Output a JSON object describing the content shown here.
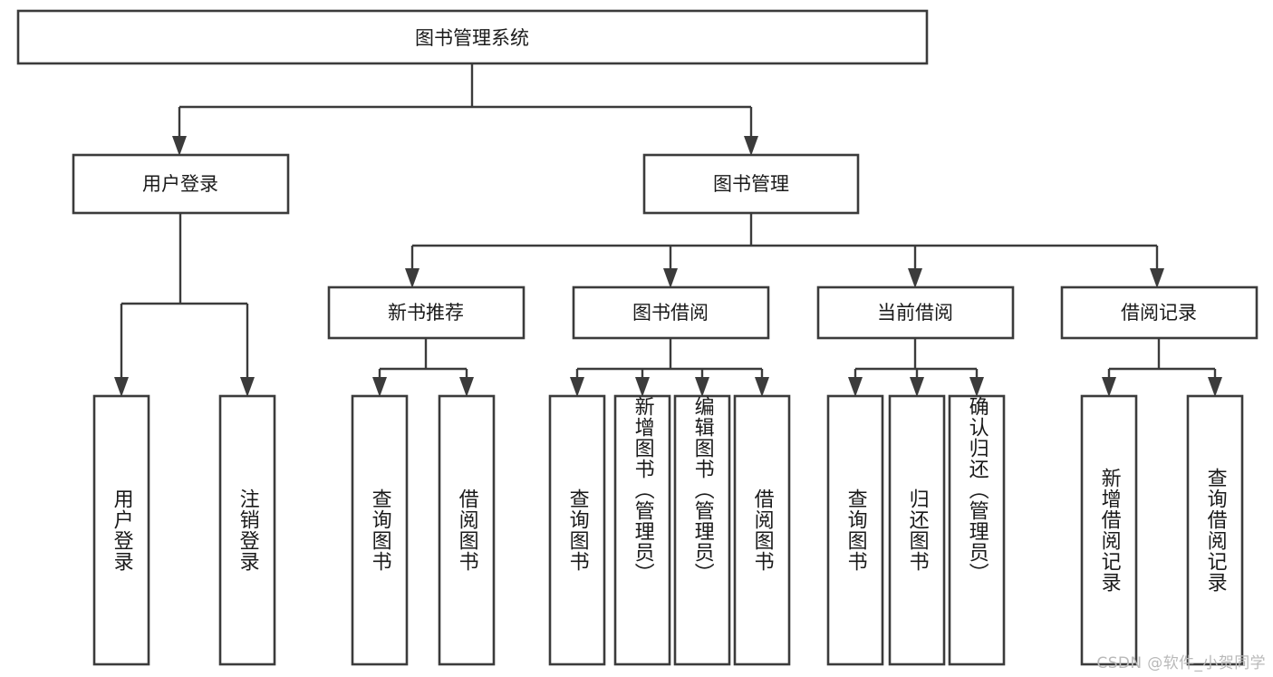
{
  "diagram": {
    "type": "tree",
    "title": "图书管理系统",
    "watermark": "CSDN @软件_小贺同学",
    "colors": {
      "stroke": "#3b3b3b",
      "fill": "#ffffff",
      "text": "#1a1a1a",
      "watermark": "#b9b9b9",
      "background": "#ffffff"
    },
    "root": {
      "label": "图书管理系统"
    },
    "level1": [
      {
        "label": "用户登录"
      },
      {
        "label": "图书管理"
      }
    ],
    "level2": [
      {
        "label": "新书推荐"
      },
      {
        "label": "图书借阅"
      },
      {
        "label": "当前借阅"
      },
      {
        "label": "借阅记录"
      }
    ],
    "leaves": {
      "user_login": [
        {
          "label": "用户登录"
        },
        {
          "label": "注销登录"
        }
      ],
      "new_book": [
        {
          "label": "查询图书"
        },
        {
          "label": "借阅图书"
        }
      ],
      "book_borrow": [
        {
          "label": "查询图书"
        },
        {
          "label": "新增图书（管理员）"
        },
        {
          "label": "编辑图书（管理员）"
        },
        {
          "label": "借阅图书"
        }
      ],
      "current_borrow": [
        {
          "label": "查询图书"
        },
        {
          "label": "归还图书"
        },
        {
          "label": "确认归还（管理员）"
        }
      ],
      "borrow_record": [
        {
          "label": "新增借阅记录"
        },
        {
          "label": "查询借阅记录"
        }
      ]
    }
  }
}
